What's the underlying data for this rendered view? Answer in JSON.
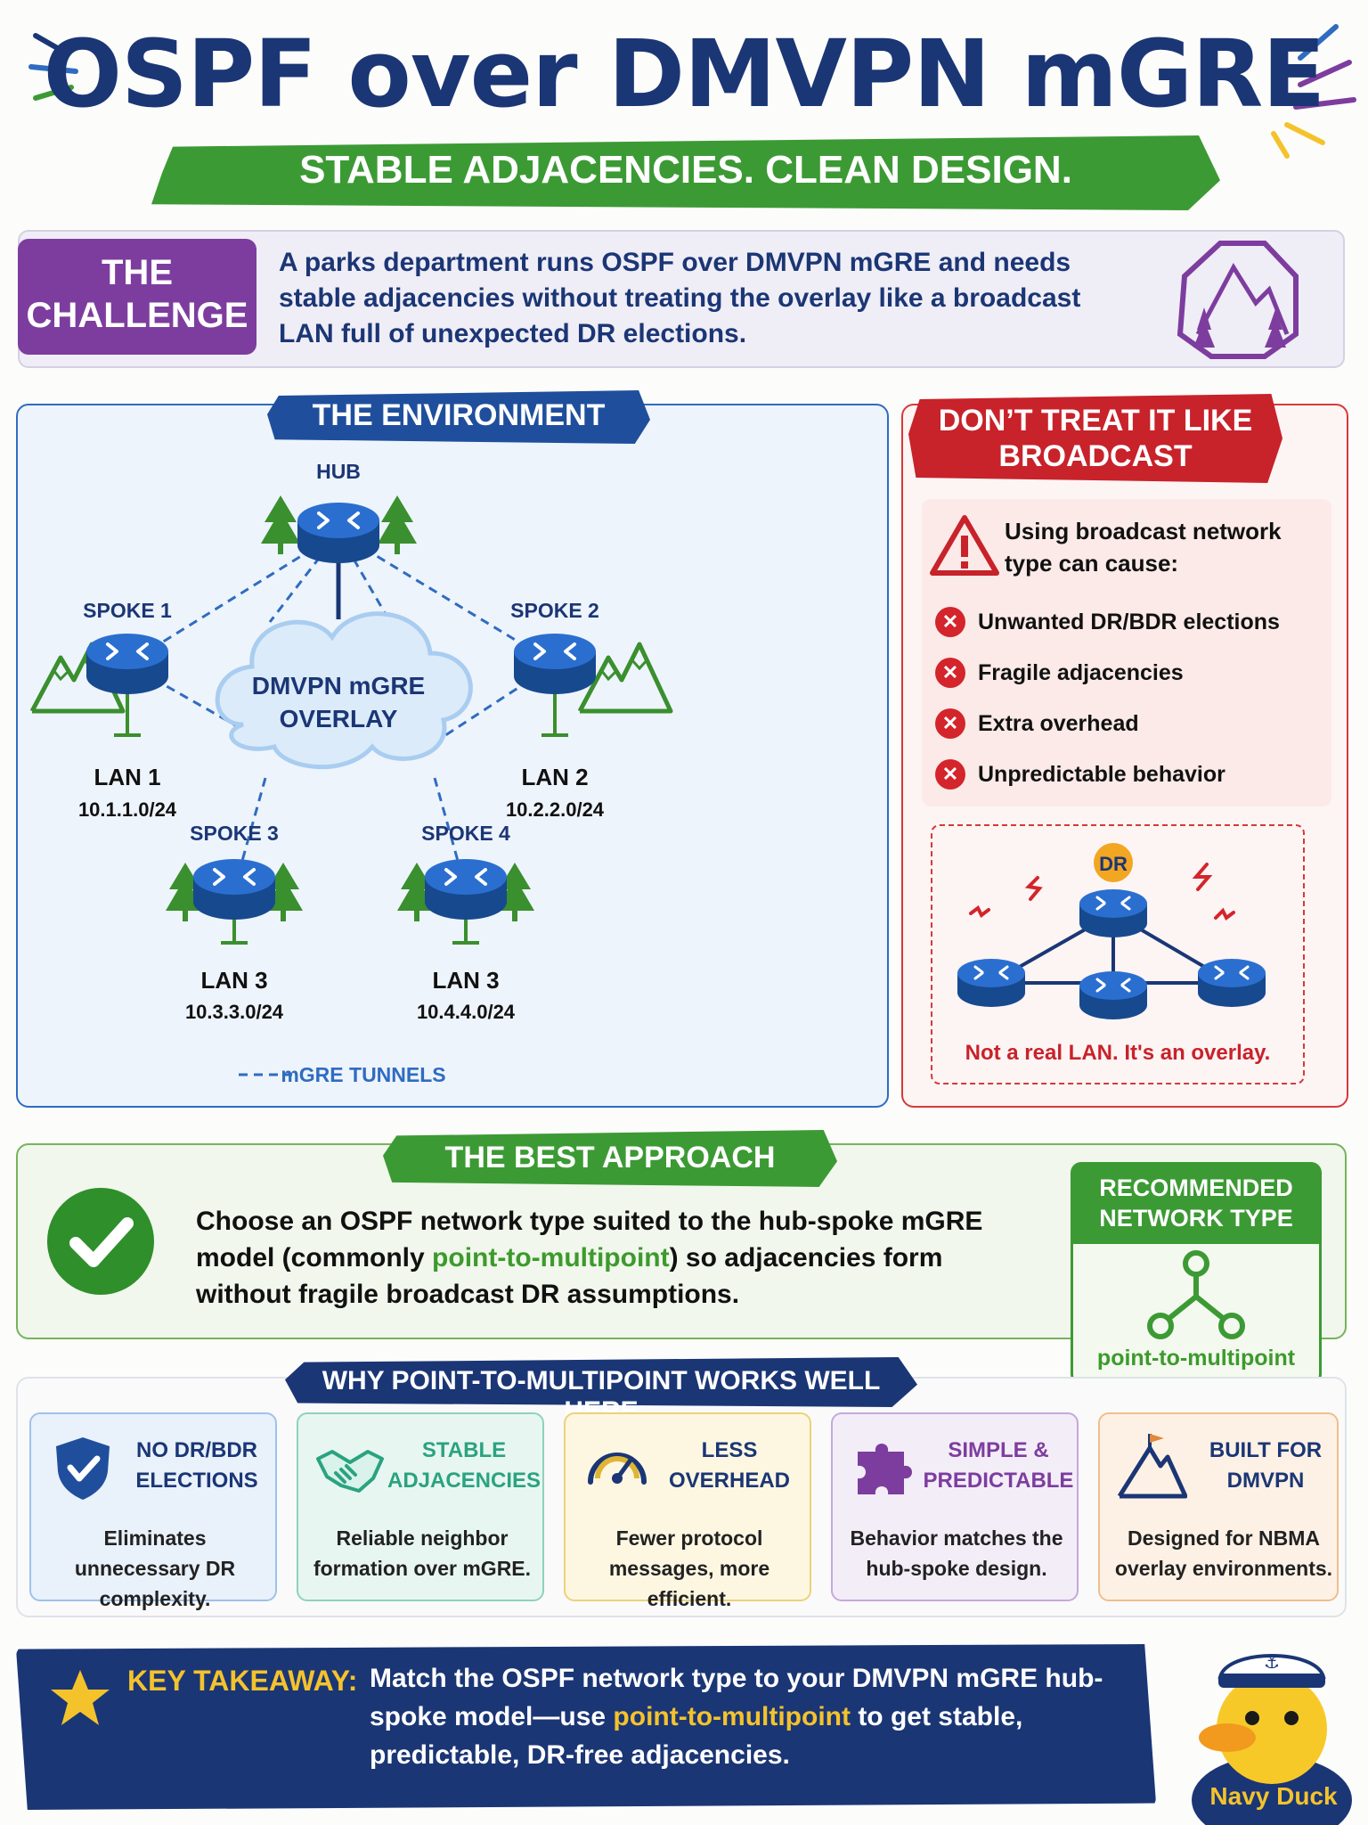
{
  "title": "OSPF over DMVPN mGRE",
  "subtitle": "STABLE ADJACENCIES. CLEAN DESIGN.",
  "challenge": {
    "label": "THE CHALLENGE",
    "text": "A parks department runs OSPF over DMVPN mGRE and needs stable adjacencies without treating the overlay like a broadcast LAN full of unexpected DR elections.",
    "icon": "mountain-forest-icon"
  },
  "environment": {
    "title": "THE ENVIRONMENT",
    "cloud_label_line1": "DMVPN mGRE",
    "cloud_label_line2": "OVERLAY",
    "legend": "mGRE TUNNELS",
    "hub": "HUB",
    "spokes": [
      {
        "name": "SPOKE 1",
        "lan": "LAN 1",
        "subnet": "10.1.1.0/24"
      },
      {
        "name": "SPOKE 2",
        "lan": "LAN 2",
        "subnet": "10.2.2.0/24"
      },
      {
        "name": "SPOKE 3",
        "lan": "LAN 3",
        "subnet": "10.3.3.0/24"
      },
      {
        "name": "SPOKE 4",
        "lan": "LAN 3",
        "subnet": "10.4.4.0/24"
      }
    ]
  },
  "broadcast": {
    "title": "DON’T TREAT IT LIKE BROADCAST",
    "intro": "Using broadcast network type can cause:",
    "items": [
      "Unwanted DR/BDR elections",
      "Fragile adjacencies",
      "Extra overhead",
      "Unpredictable behavior"
    ],
    "dr_label": "DR",
    "caption": "Not a real LAN. It's an overlay."
  },
  "best": {
    "title": "THE BEST APPROACH",
    "text_before": "Choose an OSPF network type suited to the hub-spoke mGRE model (commonly ",
    "text_highlight": "point-to-multipoint",
    "text_after": ") so adjacencies form without fragile broadcast DR assumptions.",
    "rec_title": "RECOMMENDED NETWORK TYPE",
    "rec_value": "point-to-multipoint"
  },
  "why": {
    "title": "WHY POINT-TO-MULTIPOINT WORKS WELL HERE",
    "cards": [
      {
        "title": "NO DR/BDR ELECTIONS",
        "text": "Eliminates unnecessary DR complexity.",
        "icon": "shield-check-icon",
        "color": "#2f6cc0",
        "bg": "#e9f1fb"
      },
      {
        "title": "STABLE ADJACENCIES",
        "text": "Reliable neighbor formation over mGRE.",
        "icon": "handshake-icon",
        "color": "#2aa37f",
        "bg": "#e8f6f1"
      },
      {
        "title": "LESS OVERHEAD",
        "text": "Fewer protocol messages, more efficient.",
        "icon": "gauge-icon",
        "color": "#e0b534",
        "bg": "#fdf7e2"
      },
      {
        "title": "SIMPLE & PREDICTABLE",
        "text": "Behavior matches the hub-spoke design.",
        "icon": "puzzle-icon",
        "color": "#7d3d9e",
        "bg": "#f3edf8"
      },
      {
        "title": "BUILT FOR DMVPN",
        "text": "Designed for NBMA overlay environments.",
        "icon": "mountain-flag-icon",
        "color": "#e0893a",
        "bg": "#fdf1e5"
      }
    ]
  },
  "takeaway": {
    "label": "KEY TAKEAWAY:",
    "text_before": "Match the OSPF network type to your DMVPN mGRE hub-spoke model—use ",
    "text_highlight": "point-to-multipoint",
    "text_after": " to get stable, predictable, DR-free adjacencies.",
    "mascot": "Navy Duck"
  },
  "colors": {
    "navy": "#1b3675",
    "green": "#3c9a34",
    "red": "#c8222a",
    "purple": "#7d3d9e",
    "blue": "#2f6cc0",
    "yellow": "#f4c32c"
  }
}
